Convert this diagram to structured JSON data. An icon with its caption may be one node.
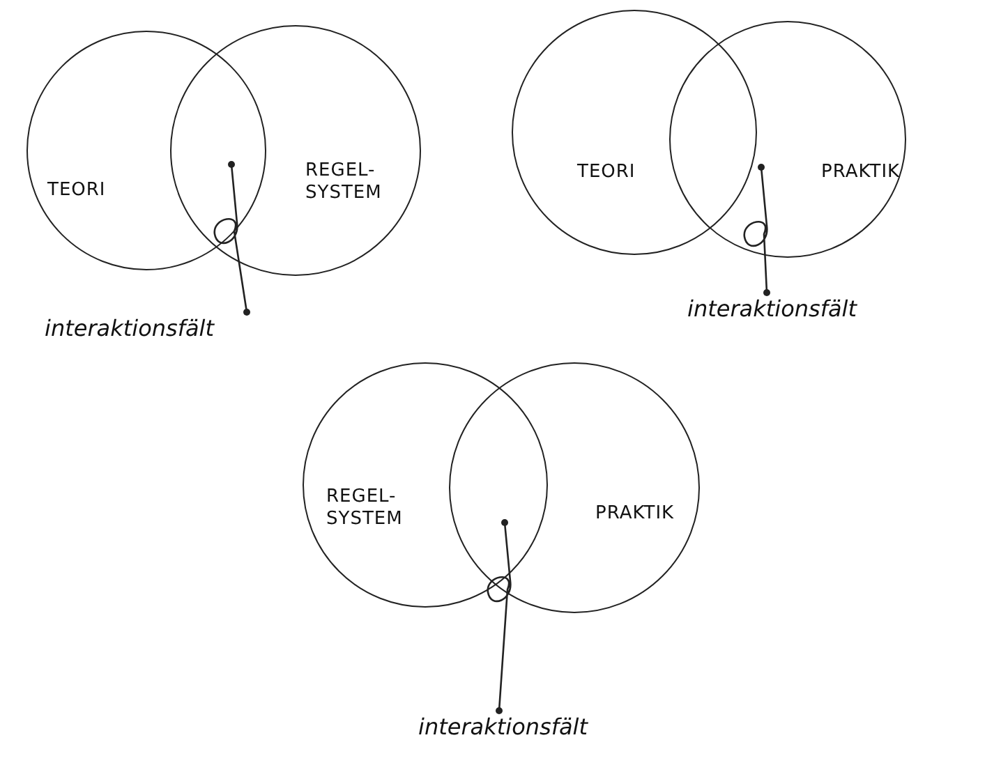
{
  "diagram": {
    "nodes": [
      {
        "text": [
          "TEORI"
        ]
      },
      {
        "text": [
          "REGEL- SYSTEM"
        ]
      },
      {
        "text": [
          "interaktionsfält"
        ]
      },
      {
        "text": [
          "TEORI"
        ]
      },
      {
        "text": [
          "PRAKTIK"
        ]
      },
      {
        "text": [
          "interaktionsfält"
        ]
      },
      {
        "text": [
          "REGEL- SYSTEM"
        ]
      },
      {
        "text": [
          "PRAKTIK"
        ]
      },
      {
        "text": [
          "interaktionsfält"
        ]
      }
    ],
    "edges": [
      {
        "from": 2,
        "to": 0,
        "arrow": "other"
      },
      {
        "from": 5,
        "to": 3,
        "arrow": "other"
      },
      {
        "from": 8,
        "to": 6,
        "arrow": "other"
      }
    ]
  }
}
